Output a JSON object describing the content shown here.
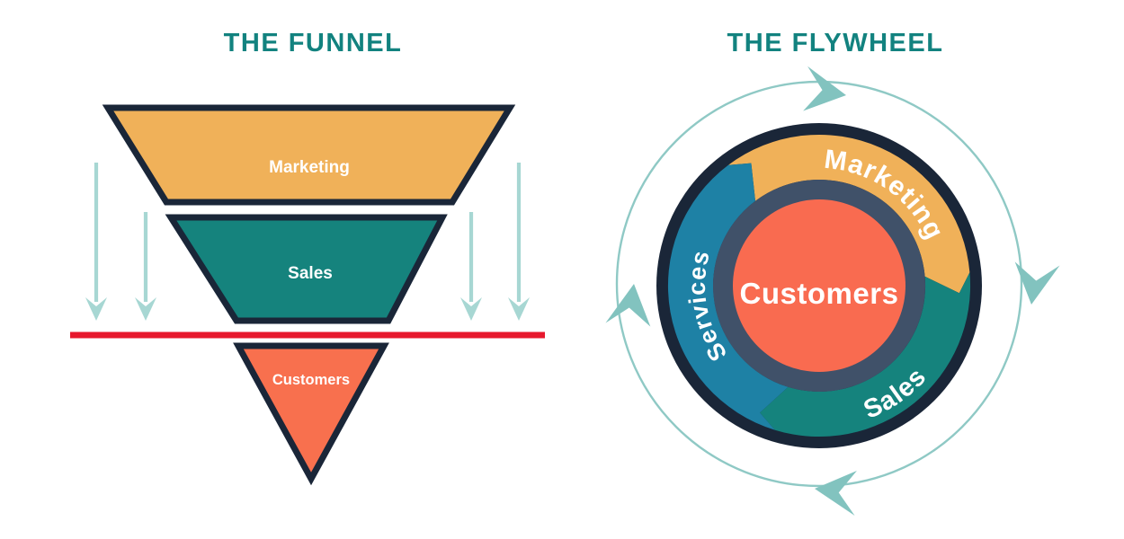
{
  "funnel": {
    "title": "THE FUNNEL",
    "stages": [
      {
        "label": "Marketing",
        "color": "#f0b159"
      },
      {
        "label": "Sales",
        "color": "#15837d"
      },
      {
        "label": "Customers",
        "color": "#f8704e"
      }
    ],
    "divider_color": "#e7182d",
    "arrow_color": "#a7d7d3"
  },
  "flywheel": {
    "title": "THE FLYWHEEL",
    "center": {
      "label": "Customers",
      "color": "#f96b50"
    },
    "segments": [
      {
        "label": "Marketing",
        "color": "#f0b159"
      },
      {
        "label": "Sales",
        "color": "#15837d"
      },
      {
        "label": "Services",
        "color": "#1e81a5"
      }
    ],
    "rotation": "clockwise",
    "inner_ring_color": "#405169",
    "orbit_color": "#8fc9c5",
    "orbit_arrow_color": "#82c3bf"
  },
  "colors": {
    "background": "#ffffff",
    "title": "#12827f",
    "outline": "#1a2638",
    "label_text": "#ffffff"
  }
}
